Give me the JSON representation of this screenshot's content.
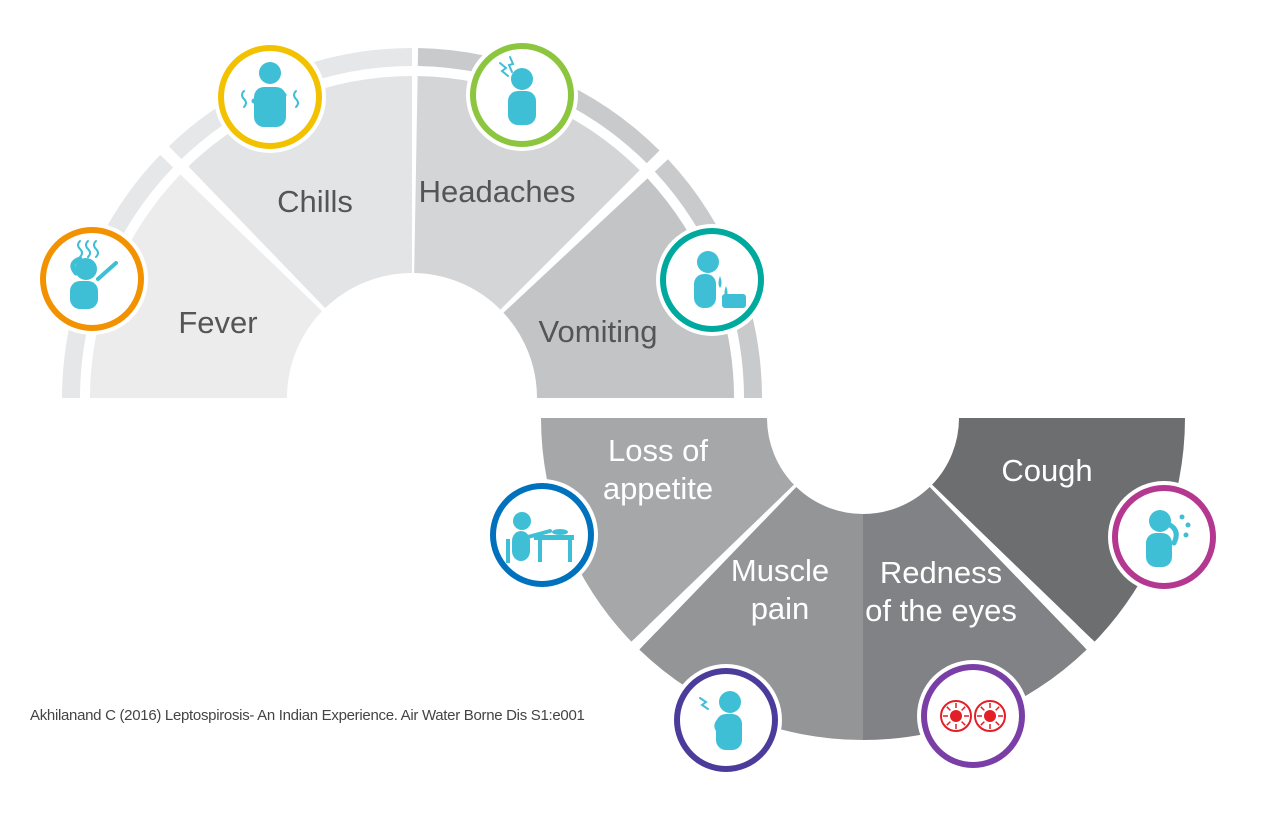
{
  "symptoms": [
    {
      "label": "Fever",
      "icon": "fever-thermometer-icon",
      "ring": "#f39200",
      "fill": "#ececec",
      "text": "#555555"
    },
    {
      "label": "Chills",
      "icon": "chills-shivering-icon",
      "ring": "#f2c200",
      "fill": "#e3e4e5",
      "text": "#555555"
    },
    {
      "label": "Headaches",
      "icon": "headache-icon",
      "ring": "#8cc63f",
      "fill": "#d4d5d7",
      "text": "#555555"
    },
    {
      "label": "Vomiting",
      "icon": "vomiting-icon",
      "ring": "#00a99d",
      "fill": "#c3c4c6",
      "text": "#555555"
    },
    {
      "label": "Loss of appetite",
      "icon": "dining-table-icon",
      "ring": "#0071bc",
      "fill": "#a6a7a9",
      "text": "#ffffff"
    },
    {
      "label": "Muscle pain",
      "icon": "muscle-pain-icon",
      "ring": "#4b3c9c",
      "fill": "#949597",
      "text": "#ffffff"
    },
    {
      "label": "Redness of the eyes",
      "icon": "red-eyes-icon",
      "ring": "#7a3fa6",
      "fill": "#818285",
      "text": "#ffffff"
    },
    {
      "label": "Cough",
      "icon": "cough-icon",
      "ring": "#b4388f",
      "fill": "#6d6e70",
      "text": "#ffffff"
    }
  ],
  "icon_color": "#3fbfd6",
  "eye_color": "#e41e26",
  "citation": "Akhilanand C (2016) Leptospirosis- An Indian Experience. Air Water Borne Dis S1:e001"
}
